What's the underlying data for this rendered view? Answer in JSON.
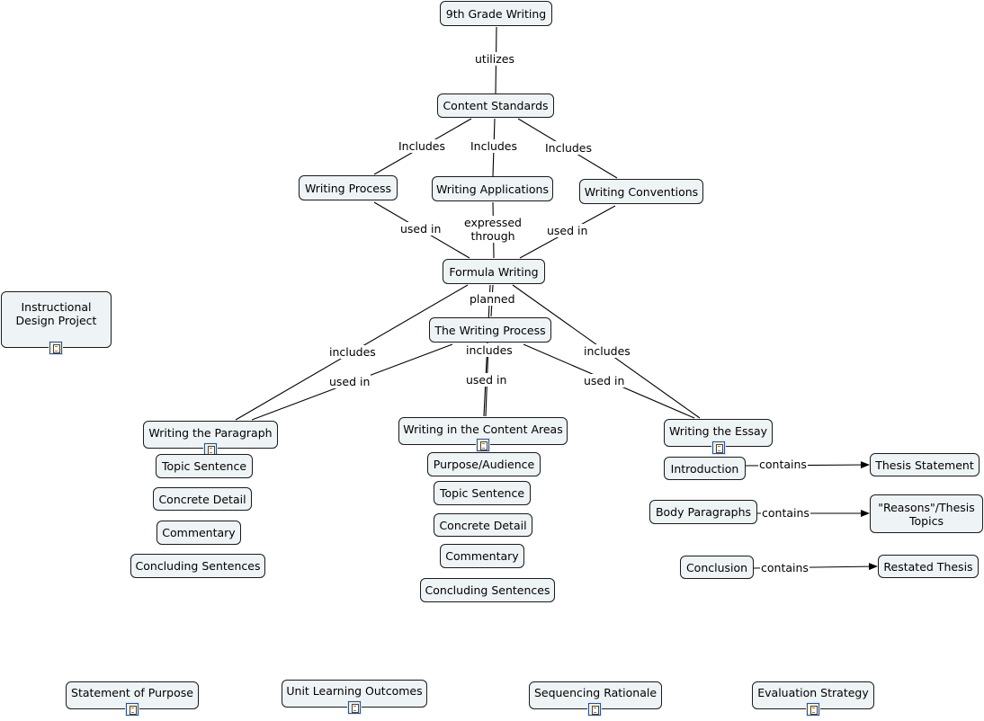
{
  "nodes": {
    "grade9_writing": "9th Grade Writing",
    "content_standards": "Content Standards",
    "writing_process": "Writing Process",
    "writing_applications": "Writing Applications",
    "writing_conventions": "Writing Conventions",
    "formula_writing": "Formula Writing",
    "the_writing_process": "The Writing Process",
    "instructional_design": "Instructional Design Project",
    "writing_paragraph": "Writing the Paragraph",
    "writing_content_areas": "Writing in the Content Areas",
    "writing_essay": "Writing the Essay",
    "para_topic_sentence": "Topic Sentence",
    "para_concrete_detail": "Concrete Detail",
    "para_commentary": "Commentary",
    "para_concluding": "Concluding Sentences",
    "ca_purpose_audience": "Purpose/Audience",
    "ca_topic_sentence": "Topic Sentence",
    "ca_concrete_detail": "Concrete Detail",
    "ca_commentary": "Commentary",
    "ca_concluding": "Concluding Sentences",
    "introduction": "Introduction",
    "thesis_statement": "Thesis Statement",
    "body_paragraphs": "Body Paragraphs",
    "reasons_topics": "\"Reasons\"/Thesis Topics",
    "conclusion": "Conclusion",
    "restated_thesis": "Restated Thesis",
    "statement_purpose": "Statement of Purpose",
    "unit_outcomes": "Unit Learning Outcomes",
    "sequencing_rationale": "Sequencing Rationale",
    "evaluation_strategy": "Evaluation Strategy"
  },
  "links": {
    "utilizes": "utilizes",
    "includes_1": "Includes",
    "includes_2": "Includes",
    "includes_3": "Includes",
    "used_in_1": "used in",
    "expressed_through": "expressed through",
    "used_in_2": "used in",
    "planned": "planned",
    "includes_4": "includes",
    "includes_5": "includes",
    "includes_6": "includes",
    "used_in_3": "used in",
    "used_in_4": "used in",
    "used_in_5": "used in",
    "contains_1": "contains",
    "contains_2": "contains",
    "contains_3": "contains"
  },
  "colors": {
    "node_fill": "#eef3f5",
    "node_border": "#1a1a1a",
    "line": "#000000",
    "resource_icon_border": "#2c4f90"
  },
  "icons": {
    "resource": "document-resource-icon",
    "arrow": "arrowhead"
  }
}
